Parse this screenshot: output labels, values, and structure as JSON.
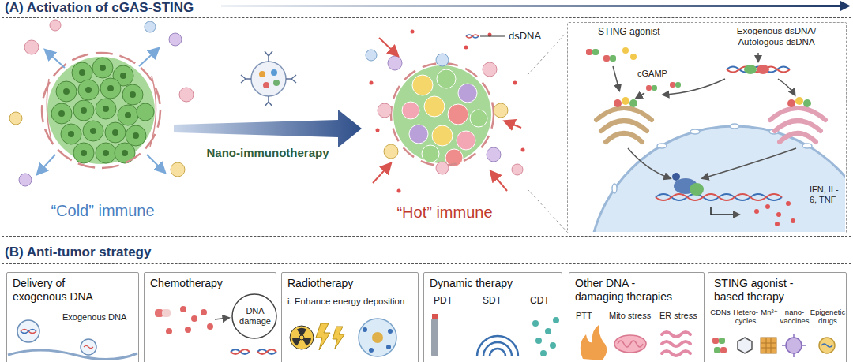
{
  "diagram": {
    "nodes": [
      {
        "text": [
          "(A) Activation of cGAS-STING"
        ]
      },
      {
        "text": [
          "“Cold” immune"
        ],
        "in": 0
      },
      {
        "text": [
          "“Hot” immune"
        ],
        "in": 0
      },
      {
        "text": [
          "STING agonist",
          "Exogenous dsDNA/ Autologous dsDNA",
          "cGAMP",
          "IFN, IL-6, TNF"
        ],
        "in": 0
      },
      {
        "text": [
          "(B) Anti-tumor strategy"
        ]
      },
      {
        "text": [
          "Delivery of exogenous DNA",
          "Exogenous DNA"
        ],
        "in": 4
      },
      {
        "text": [
          "Chemotherapy",
          "DNA damage"
        ],
        "in": 4
      },
      {
        "text": [
          "Radiotherapy",
          "i. Enhance energy deposition"
        ],
        "in": 4
      },
      {
        "text": [
          "Dynamic therapy",
          "PDT",
          "SDT",
          "CDT"
        ],
        "in": 4
      },
      {
        "text": [
          "Other DNA -damaging therapies",
          "PTT",
          "Mito stress",
          "ER stress"
        ],
        "in": 4
      },
      {
        "text": [
          "STING agonist -based therapy",
          "CDNs",
          "Hetero- cycles",
          "Mn²⁺",
          "nano- vaccines",
          "Epigenetic drugs"
        ],
        "in": 4
      }
    ],
    "edges": [
      {
        "from": 1,
        "to": 2,
        "arrow": "to",
        "label": "Nano-immunotherapy"
      },
      {
        "from": 2,
        "to": 3,
        "arrow": "none"
      }
    ],
    "labels": [
      "dsDNA"
    ]
  }
}
